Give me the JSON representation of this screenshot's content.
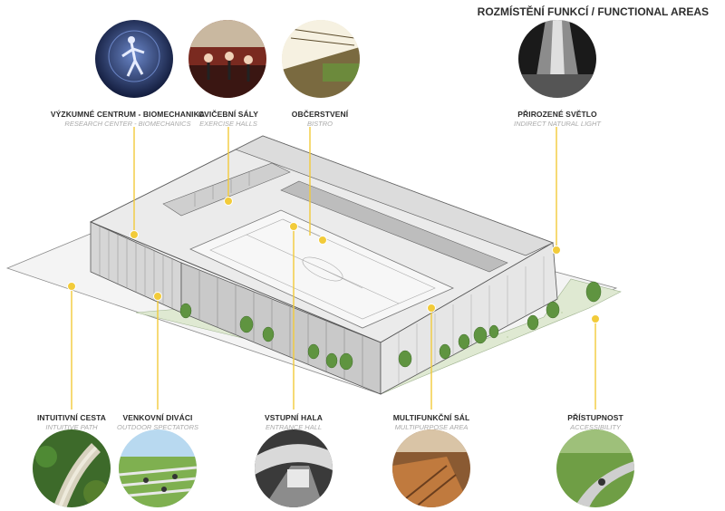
{
  "title": "ROZMÍSTĚNÍ FUNKCÍ / FUNCTIONAL AREAS",
  "accent_color": "#f2cb3a",
  "top_areas": [
    {
      "cz": "VÝZKUMNÉ CENTRUM - BIOMECHANIKA",
      "en": "RESEARCH CENTER - BIOMECHANICS",
      "icon": "biomechanics-photo"
    },
    {
      "cz": "CVIČEBNÍ SÁLY",
      "en": "EXERCISE HALLS",
      "icon": "gym-photo"
    },
    {
      "cz": "OBČERSTVENÍ",
      "en": "BISTRO",
      "icon": "bistro-photo"
    },
    {
      "cz": "PŘIROZENÉ SVĚTLO",
      "en": "INDIRECT NATURAL LIGHT",
      "icon": "light-photo"
    }
  ],
  "bottom_areas": [
    {
      "cz": "INTUITIVNÍ CESTA",
      "en": "INTUITIVE PATH",
      "icon": "path-photo"
    },
    {
      "cz": "VENKOVNÍ DIVÁCI",
      "en": "OUTDOOR SPECTATORS",
      "icon": "spectators-photo"
    },
    {
      "cz": "VSTUPNÍ HALA",
      "en": "ENTRANCE HALL",
      "icon": "entrance-photo"
    },
    {
      "cz": "MULTIFUNKČNÍ SÁL",
      "en": "MULTIPURPOSE AREA",
      "icon": "multipurpose-photo"
    },
    {
      "cz": "PŘÍSTUPNOST",
      "en": "ACCESSIBILITY",
      "icon": "accessibility-photo"
    }
  ]
}
